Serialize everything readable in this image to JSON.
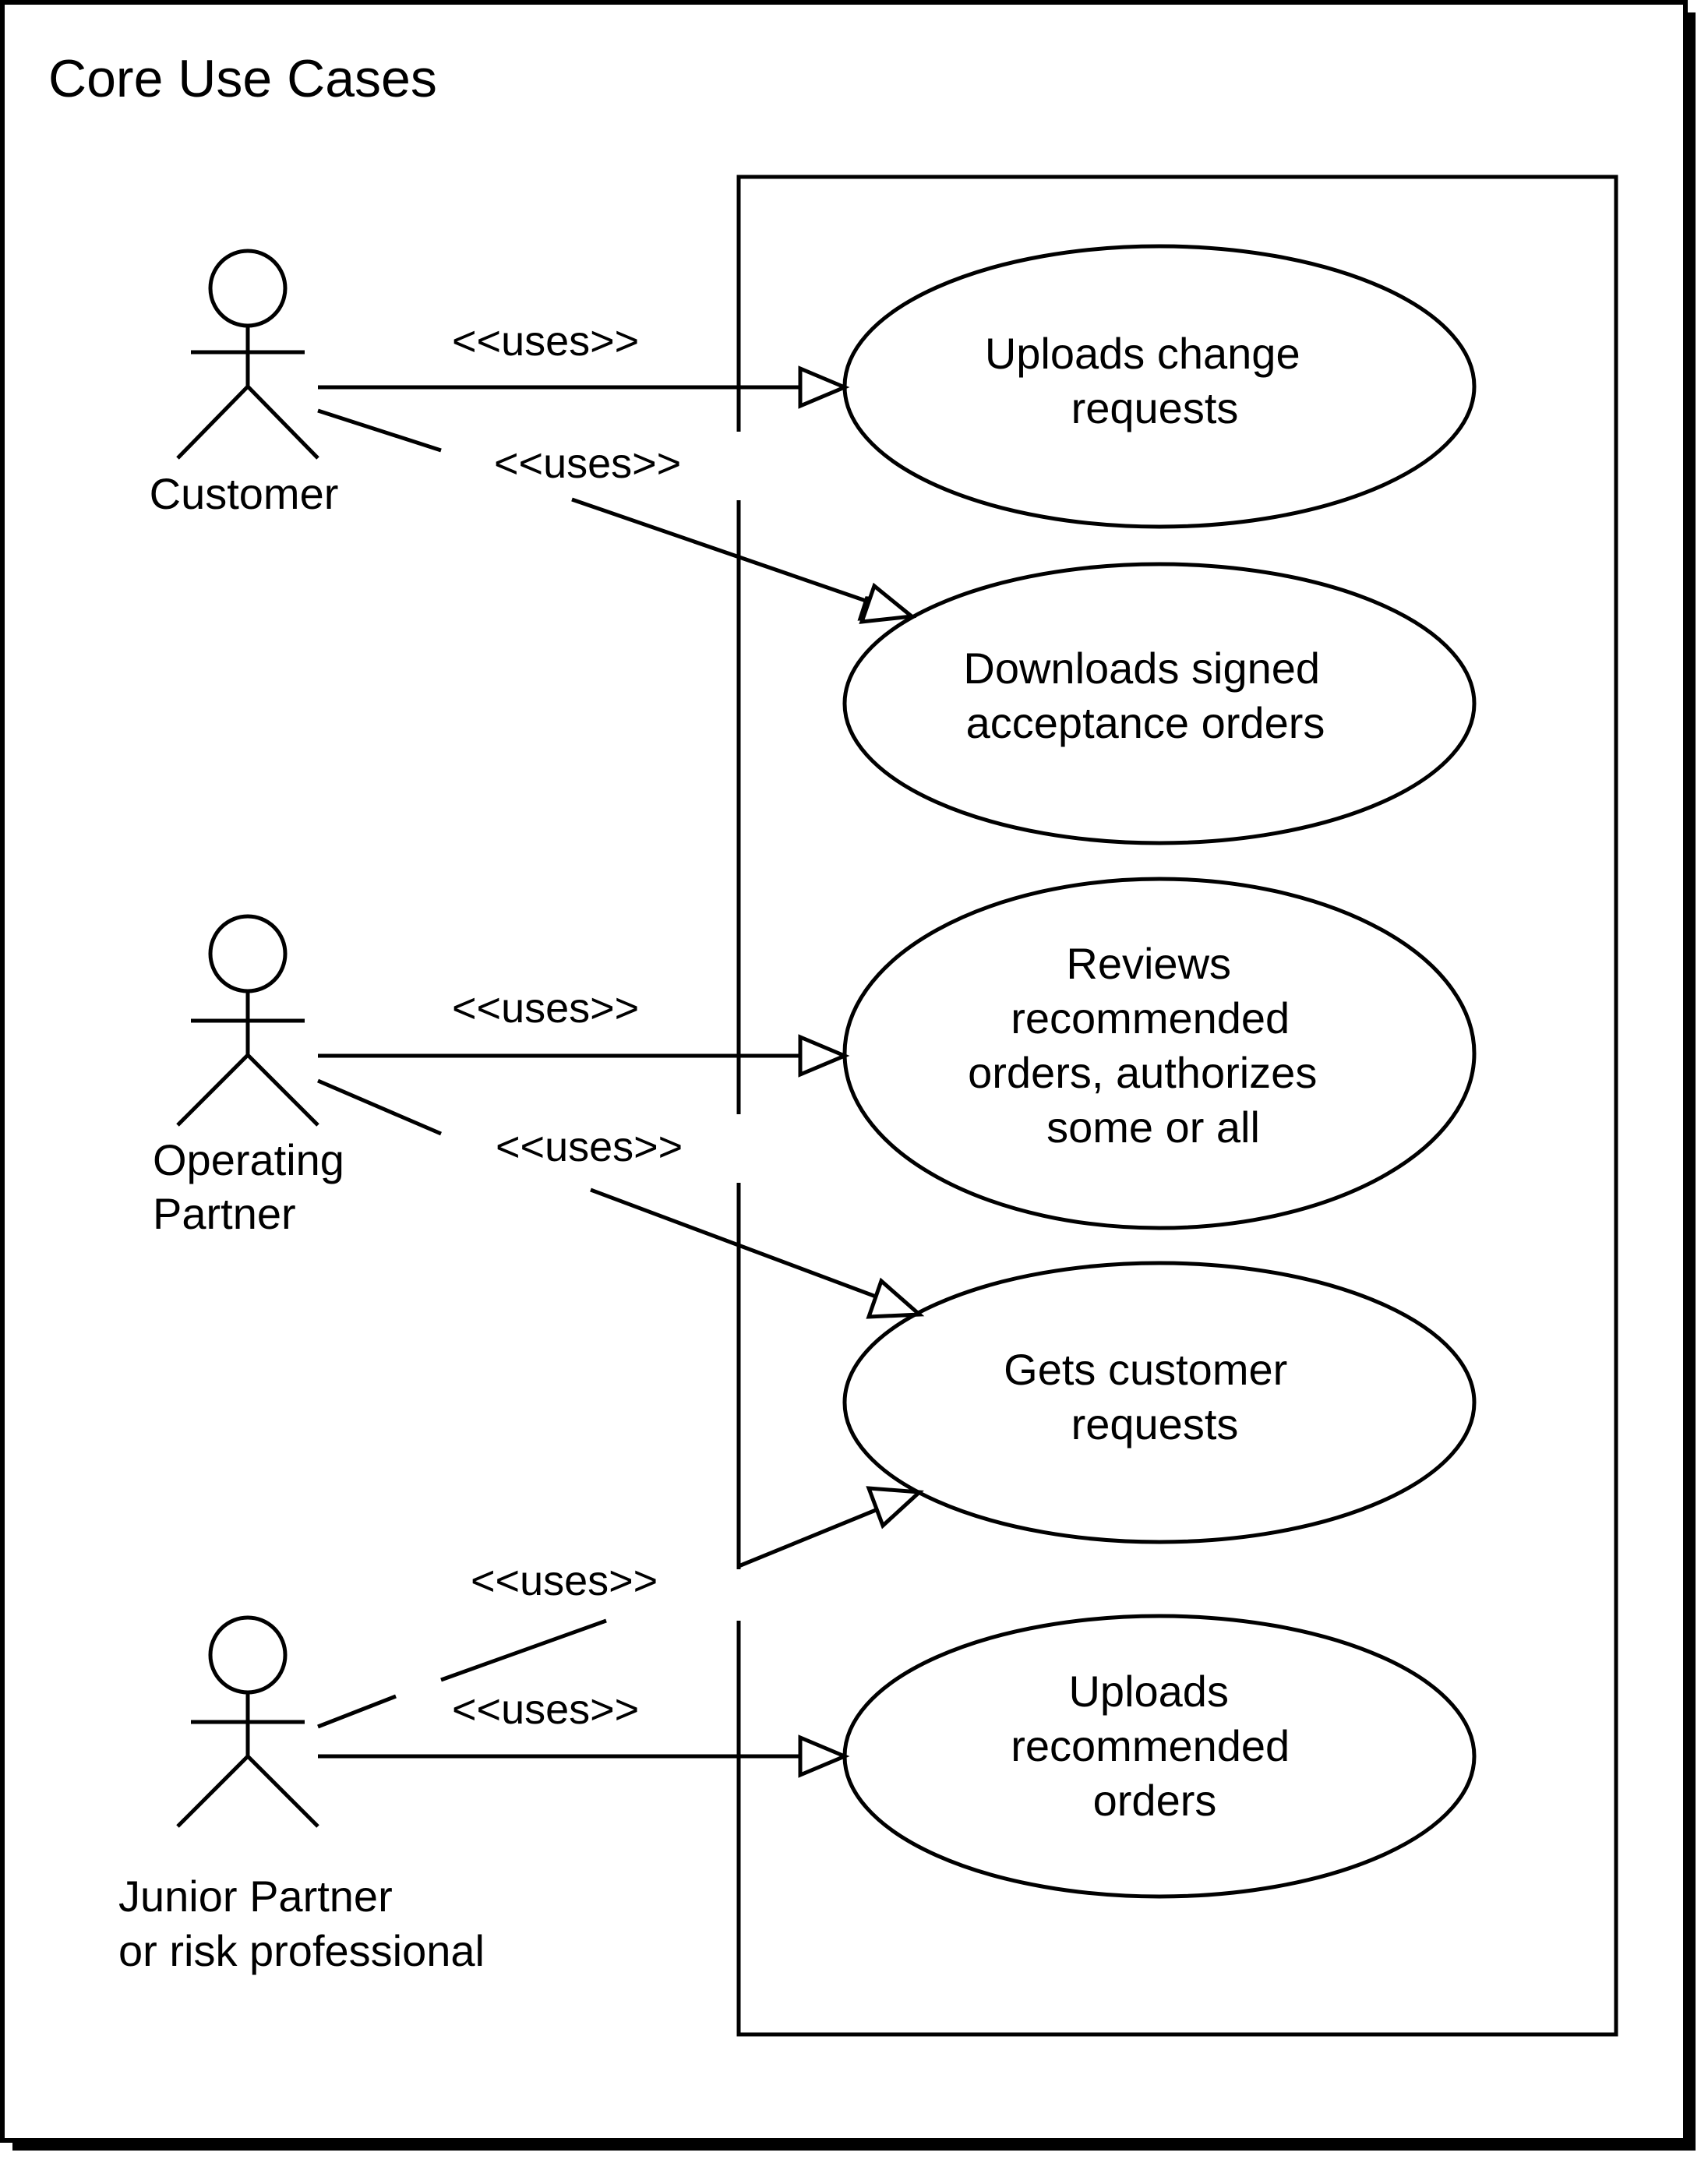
{
  "title": "Core Use Cases",
  "actors": [
    {
      "lines": [
        "Customer"
      ]
    },
    {
      "lines": [
        "Operating",
        "Partner"
      ]
    },
    {
      "lines": [
        "Junior Partner",
        "or risk professional"
      ]
    }
  ],
  "use_cases": [
    {
      "lines": [
        "Uploads change",
        "requests"
      ]
    },
    {
      "lines": [
        "Downloads signed",
        "acceptance orders"
      ]
    },
    {
      "lines": [
        "Reviews",
        "recommended",
        "orders, authorizes",
        "some or all"
      ]
    },
    {
      "lines": [
        "Gets customer",
        "requests"
      ]
    },
    {
      "lines": [
        "Uploads",
        "recommended",
        "orders"
      ]
    }
  ],
  "relationships": [
    {
      "from": "Customer",
      "to": "Uploads change requests",
      "label": "<<uses>>"
    },
    {
      "from": "Customer",
      "to": "Downloads signed acceptance orders",
      "label": "<<uses>>"
    },
    {
      "from": "Operating Partner",
      "to": "Reviews recommended orders, authorizes some or all",
      "label": "<<uses>>"
    },
    {
      "from": "Operating Partner",
      "to": "Gets customer requests",
      "label": "<<uses>>"
    },
    {
      "from": "Junior Partner or risk professional",
      "to": "Gets customer requests",
      "label": "<<uses>>"
    },
    {
      "from": "Junior Partner or risk professional",
      "to": "Uploads recommended orders",
      "label": "<<uses>>"
    }
  ]
}
